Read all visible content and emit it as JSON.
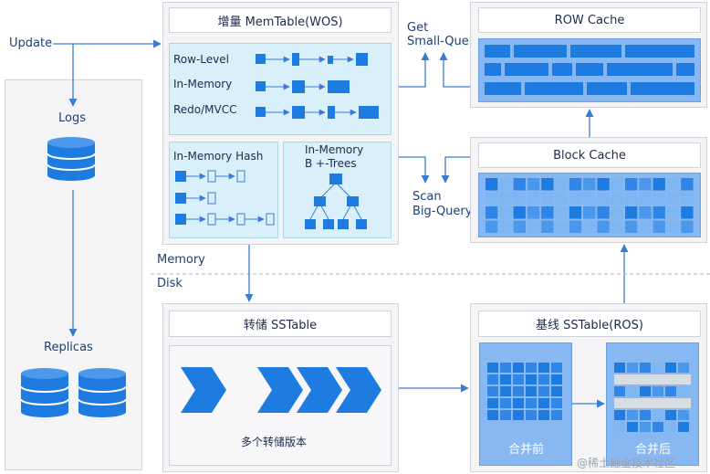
{
  "labels": {
    "update": "Update",
    "logs": "Logs",
    "replicas": "Replicas",
    "memory": "Memory",
    "disk": "Disk",
    "get_line1": "Get",
    "get_line2": "Small-Query",
    "scan_line1": "Scan",
    "scan_line2": "Big-Query"
  },
  "memtable": {
    "title": "增量 MemTable(WOS)",
    "row_level": "Row-Level",
    "in_memory": "In-Memory",
    "redo_mvcc": "Redo/MVCC",
    "hash_title": "In-Memory Hash",
    "btree_line1": "In-Memory",
    "btree_line2": "B +-Trees"
  },
  "row_cache": {
    "title": "ROW Cache"
  },
  "block_cache": {
    "title": "Block Cache"
  },
  "transfer_sstable": {
    "title": "转储 SSTable",
    "caption": "多个转储版本"
  },
  "base_sstable": {
    "title": "基线 SSTable(ROS)",
    "before": "合并前",
    "after": "合并后"
  },
  "watermark": "@稀土掘金技术社区",
  "colors": {
    "accent_blue": "#1e7be0",
    "light_blue": "#d9f0fb",
    "panel_gray": "#f4f4f6",
    "text_navy": "#1d3f73",
    "arrow": "#3a7bd5"
  },
  "icons": [
    "database-icon"
  ]
}
